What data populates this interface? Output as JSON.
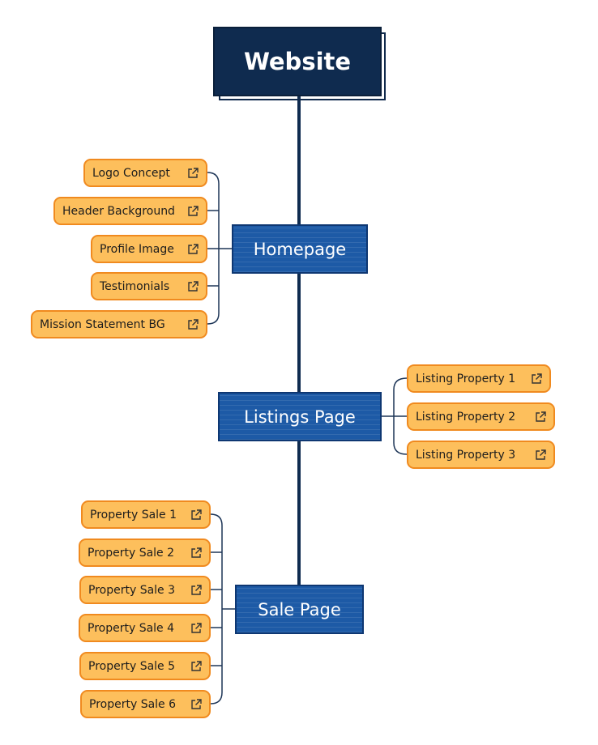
{
  "root": {
    "label": "Website"
  },
  "topics": [
    {
      "id": "homepage",
      "label": "Homepage",
      "children": [
        "Logo Concept",
        "Header Background",
        "Profile Image",
        "Testimonials",
        "Mission Statement BG"
      ]
    },
    {
      "id": "listings",
      "label": "Listings Page",
      "children": [
        "Listing Property 1",
        "Listing Property 2",
        "Listing Property 3"
      ]
    },
    {
      "id": "sale",
      "label": "Sale Page",
      "children": [
        "Property Sale 1",
        "Property Sale 2",
        "Property Sale 3",
        "Property Sale 4",
        "Property Sale 5",
        "Property Sale 6"
      ]
    }
  ],
  "icons": {
    "leaf_link": "external-link-icon"
  },
  "colors": {
    "root_fill": "#0f2b4f",
    "topic_fill": "#1d5aa6",
    "leaf_fill": "#fdbf5c",
    "leaf_border": "#f08a1f",
    "connector": "#0f2b4f"
  }
}
